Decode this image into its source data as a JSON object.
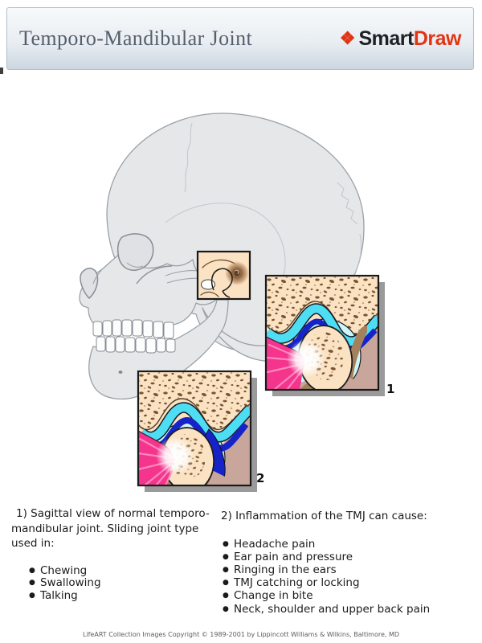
{
  "colors": {
    "header_bg_top": "#f7f9fb",
    "header_bg_bottom": "#ccd7e1",
    "header_border": "#b2bec9",
    "title_text": "#565f6b",
    "brand_red": "#e23413",
    "brand_dark": "#1f2023",
    "skull_fill": "#e6e7e9",
    "skull_stroke": "#9aa1a8",
    "suture": "#c4c8cd",
    "bone_peach": "#fae2c3",
    "bone_speckle": "#7a5530",
    "cartilage_cyan": "#4edef4",
    "disc_blue": "#1523c8",
    "joint_space": "#cdf6fb",
    "muscle_pink": "#f4348d",
    "muscle_stripe": "#ff87ba",
    "tissue_mauve": "#c9a69b",
    "tissue_brown": "#a5805c",
    "inset_shadow": "#9a9a9a",
    "note_text": "#1b1b1b",
    "footer_text": "#5c5c5c"
  },
  "header": {
    "title": "Temporo-Mandibular Joint",
    "logo": {
      "icon_glyph": "❖",
      "brand_primary": "Smart",
      "brand_secondary": "Draw"
    }
  },
  "figure": {
    "inset1_label": "1",
    "inset2_label": "2"
  },
  "notes": {
    "bullet_char": "●",
    "left": {
      "heading": "1) Sagittal view of normal temporo- mandibular joint. Sliding joint type used in:",
      "bullets": [
        "Chewing",
        "Swallowing",
        "Talking"
      ]
    },
    "right": {
      "heading": "2) Inflammation of the TMJ can cause:",
      "bullets": [
        "Headache pain",
        "Ear pain and pressure",
        "Ringing in the ears",
        "TMJ catching or locking",
        "Change in bite",
        "Neck, shoulder and upper back pain"
      ]
    }
  },
  "footer": {
    "copyright": "LifeART Collection Images Copyright © 1989-2001 by Lippincott Williams & Wilkins, Baltimore, MD"
  }
}
